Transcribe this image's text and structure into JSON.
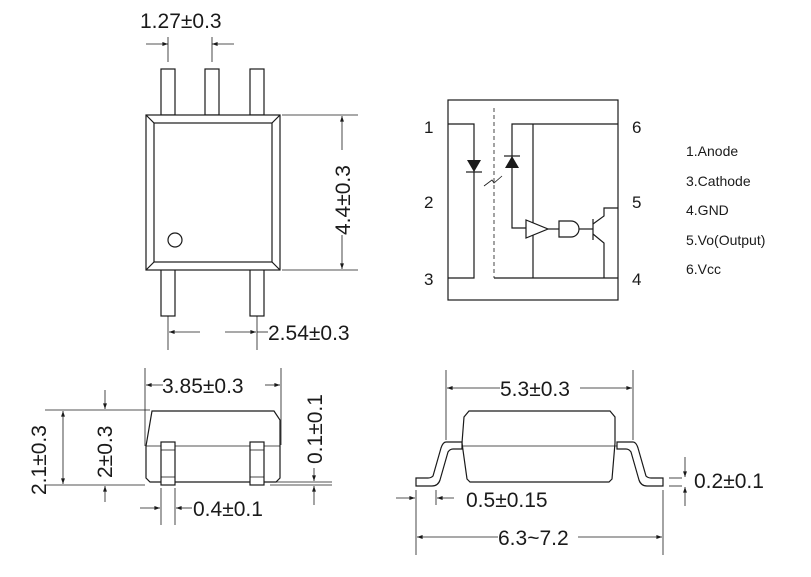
{
  "top_view": {
    "pin_pitch": "1.27±0.3",
    "body_height": "4.4±0.3",
    "bottom_pin_spacing": "2.54±0.3"
  },
  "schematic": {
    "pin_numbers": {
      "p1": "1",
      "p2": "2",
      "p3": "3",
      "p4": "4",
      "p5": "5",
      "p6": "6"
    },
    "legend": [
      {
        "label": "1.Anode"
      },
      {
        "label": "3.Cathode"
      },
      {
        "label": "4.GND"
      },
      {
        "label": "5.Vo(Output)"
      },
      {
        "label": "6.Vcc"
      }
    ]
  },
  "side_view_left": {
    "body_width": "3.85±0.3",
    "total_height": "2.1±0.3",
    "body_height": "2±0.3",
    "standoff": "0.1±0.1",
    "lead_width": "0.4±0.1"
  },
  "side_view_right": {
    "body_length": "5.3±0.3",
    "lead_thickness": "0.2±0.1",
    "lead_foot": "0.5±0.15",
    "overall_length": "6.3~7.2"
  }
}
